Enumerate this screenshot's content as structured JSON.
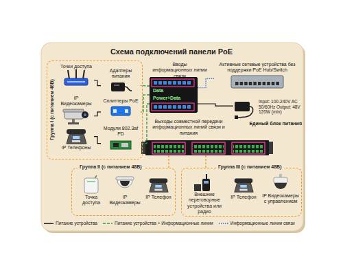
{
  "diagram": {
    "title": "Схема подключений панели PoE",
    "nodes": [
      {
        "text": [
          "Группа I (с питанием 48В)"
        ]
      },
      {
        "text": [
          "Точки доступа"
        ],
        "in": 0
      },
      {
        "text": [
          "IP Видеокамеры"
        ],
        "in": 0
      },
      {
        "text": [
          "IP Телефоны"
        ],
        "in": 0
      },
      {
        "text": [
          "Адаптеры питания"
        ],
        "in": 0
      },
      {
        "text": [
          "Сплиттеры PoE"
        ],
        "in": 0
      },
      {
        "text": [
          "Модули 802.3af PD"
        ],
        "in": 0
      },
      {
        "text": [
          "Data",
          "Power+Data"
        ]
      },
      {
        "text": [
          "Активные сетевые устройства без поддержки PoE Hub/Switch"
        ]
      },
      {
        "text": [
          "Input: 100-240V AC 50/60Hz Output: 48V 120W (min)",
          "Единый блок питания"
        ]
      },
      {
        "text": [
          "Группа II (с питанием 48В)"
        ]
      },
      {
        "text": [
          "Точка доступа"
        ],
        "in": 10
      },
      {
        "text": [
          "IP Видеокамеры"
        ],
        "in": 10
      },
      {
        "text": [
          "IP Телефон"
        ],
        "in": 10
      },
      {
        "text": [
          "Группа III (с питанием 48В)"
        ]
      },
      {
        "text": [
          "Внешние переговорные устройства или радио"
        ],
        "in": 14
      },
      {
        "text": [
          "IP Телефон"
        ],
        "in": 14
      },
      {
        "text": [
          "IP Видеокамеры с управлением"
        ],
        "in": 14
      }
    ],
    "edges": [
      {
        "from": 4,
        "to": 1,
        "arrow": "none"
      },
      {
        "from": 5,
        "to": 2,
        "arrow": "none"
      },
      {
        "from": 6,
        "to": 3,
        "arrow": "none"
      },
      {
        "from": 7,
        "to": 4,
        "arrow": "none"
      },
      {
        "from": 7,
        "to": 5,
        "arrow": "none"
      },
      {
        "from": 7,
        "to": 6,
        "arrow": "none"
      },
      {
        "from": 8,
        "to": 7,
        "arrow": "none"
      },
      {
        "from": 9,
        "to": 7,
        "arrow": "none"
      }
    ],
    "labels": [
      "Вводы информационных линии связи",
      "Выходы совместной передачи информационных линий связи и питания"
    ],
    "legend": [
      {
        "text": "Питание устройства"
      },
      {
        "text": "Питание устройства + Информационные линии"
      },
      {
        "text": "Информационные линии связи"
      }
    ]
  }
}
